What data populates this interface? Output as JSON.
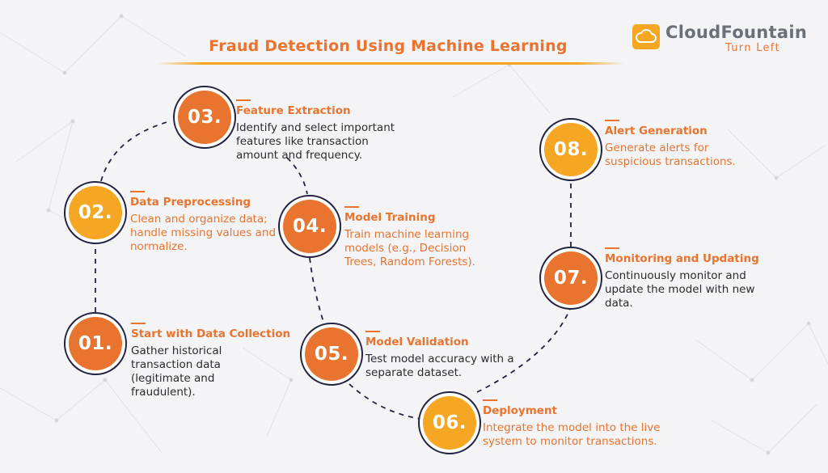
{
  "title": "Fraud Detection Using Machine Learning",
  "logo": {
    "name": "CloudFountain",
    "tagline": "Turn Left"
  },
  "colors": {
    "orange": "#e8742f",
    "yellow": "#f5a623",
    "navy": "#1f2340"
  },
  "steps": [
    {
      "number": "01.",
      "title": "Start with Data Collection",
      "description": "Gather historical transaction data (legitimate and fraudulent)."
    },
    {
      "number": "02.",
      "title": "Data Preprocessing",
      "description": "Clean and organize data; handle missing values and normalize."
    },
    {
      "number": "03.",
      "title": "Feature Extraction",
      "description": "Identify and select important features like transaction amount and frequency."
    },
    {
      "number": "04.",
      "title": "Model Training",
      "description": "Train machine learning models (e.g., Decision Trees, Random Forests)."
    },
    {
      "number": "05.",
      "title": "Model Validation",
      "description": "Test model accuracy with a separate dataset."
    },
    {
      "number": "06.",
      "title": "Deployment",
      "description": "Integrate the model into the live system to monitor transactions."
    },
    {
      "number": "07.",
      "title": "Monitoring and Updating",
      "description": "Continuously monitor and update the model with new data."
    },
    {
      "number": "08.",
      "title": "Alert Generation",
      "description": "Generate alerts for suspicious transactions."
    }
  ]
}
